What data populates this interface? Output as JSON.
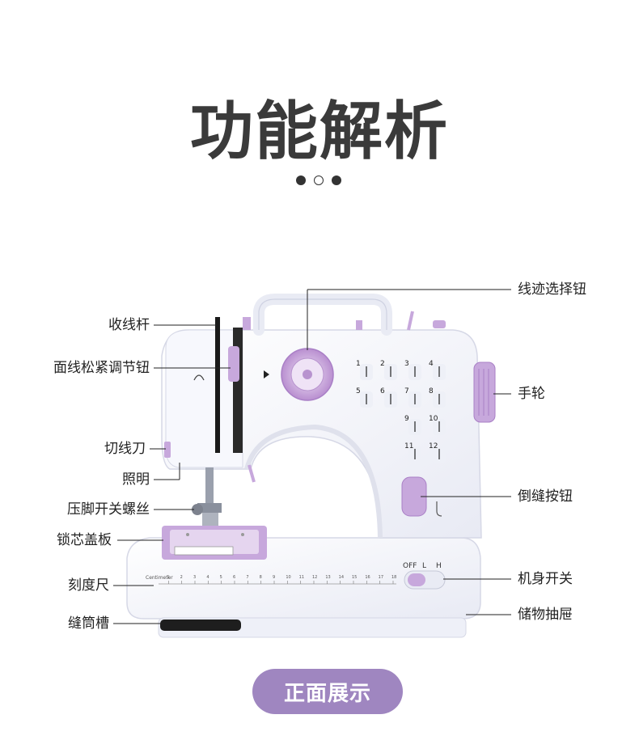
{
  "header": {
    "title": "功能解析"
  },
  "pager": {
    "dots": [
      "filled",
      "hollow",
      "filled"
    ]
  },
  "labels": {
    "take_up_lever": "收线杆",
    "tension_dial": "面线松紧调节钮",
    "thread_cutter": "切线刀",
    "light": "照明",
    "presser_screw": "压脚开关螺丝",
    "bobbin_cover": "锁芯盖板",
    "ruler": "刻度尺",
    "bobbin_slot": "缝筒槽",
    "stitch_selector": "线迹选择钮",
    "handwheel": "手轮",
    "reverse_button": "倒缝按钮",
    "power_switch": "机身开关",
    "drawer": "储物抽屉"
  },
  "machine": {
    "stitch_numbers": [
      "1",
      "2",
      "3",
      "4",
      "5",
      "6",
      "7",
      "8",
      "9",
      "10",
      "11",
      "12"
    ],
    "switch_labels": [
      "OFF",
      "L",
      "H"
    ],
    "ruler_label": "Centimeter",
    "ruler_ticks": [
      "1",
      "2",
      "3",
      "4",
      "5",
      "6",
      "7",
      "8",
      "9",
      "10",
      "11",
      "12",
      "13",
      "14",
      "15",
      "16",
      "17",
      "18"
    ],
    "colors": {
      "body": "#f4f5fb",
      "accent": "#c7a8dc",
      "dark": "#222222"
    }
  },
  "footer": {
    "button_label": "正面展示"
  }
}
